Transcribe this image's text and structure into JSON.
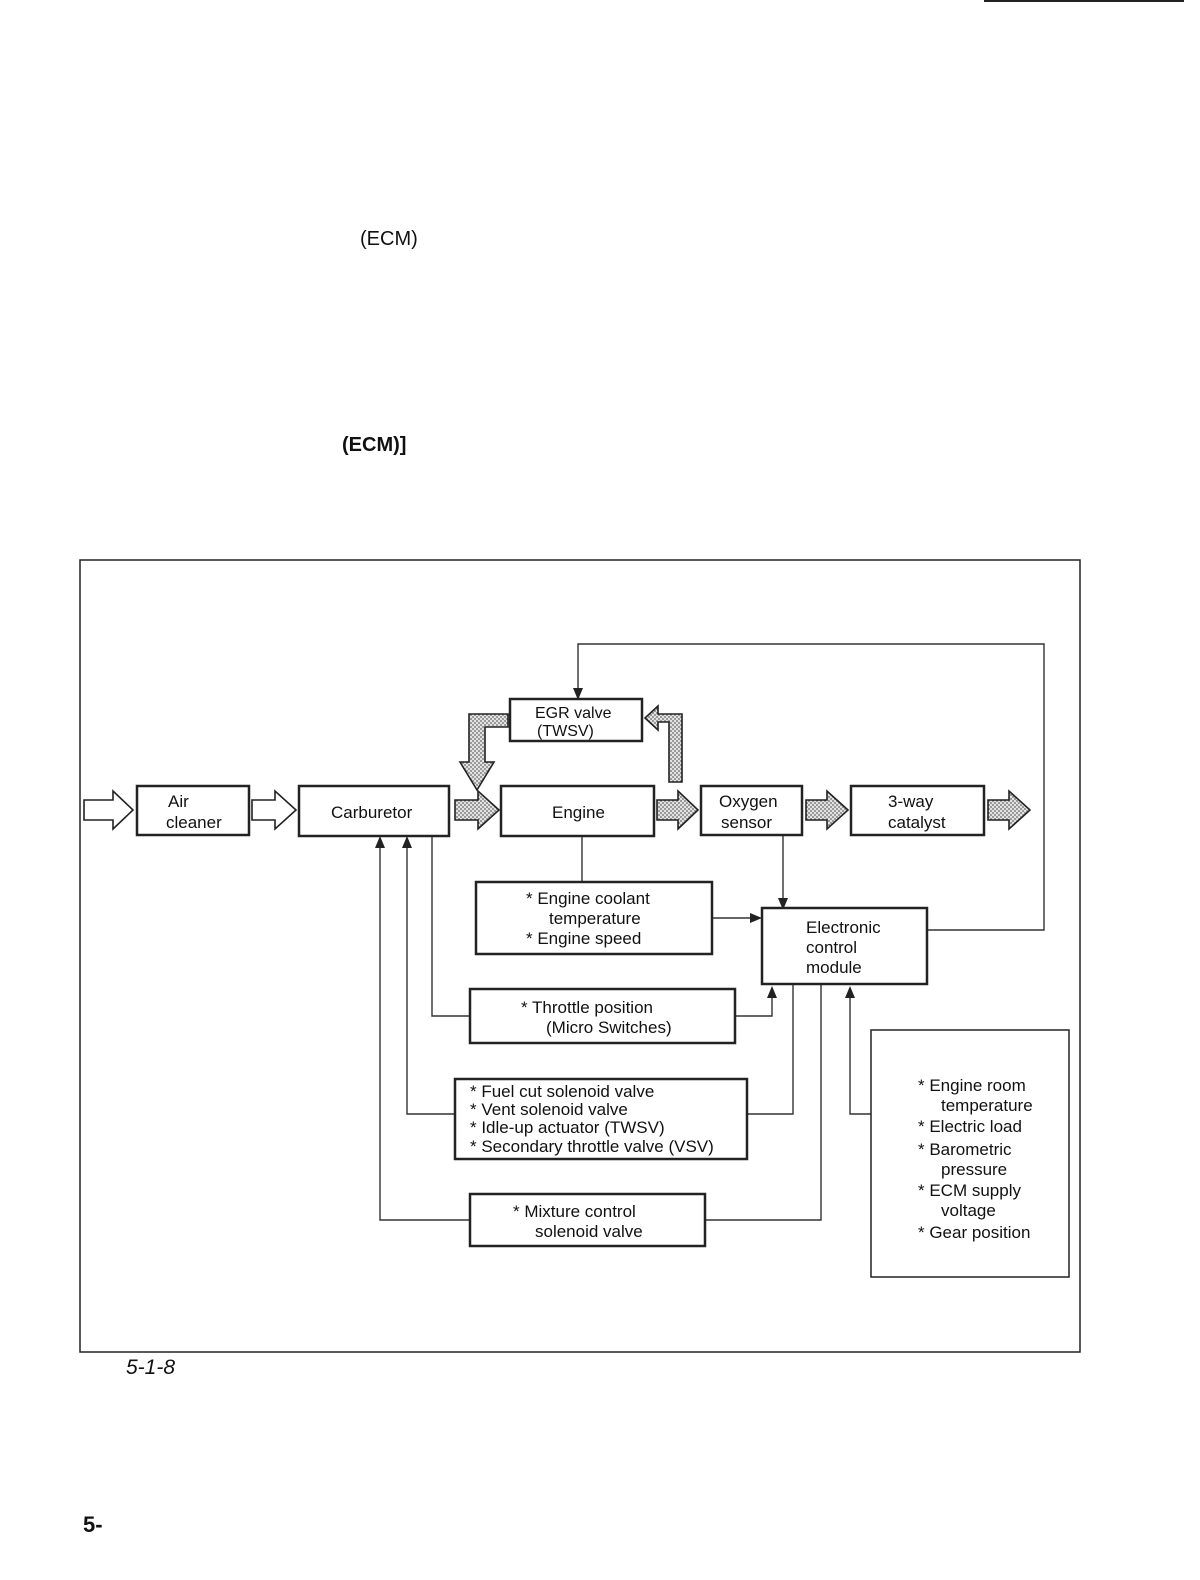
{
  "page": {
    "ecm_line1": "(ECM)",
    "ecm_line2": "(ECM)]",
    "figure_number": "5-1-8",
    "page_number": "5-"
  },
  "diagram": {
    "nodes": {
      "air_cleaner": [
        "Air",
        "cleaner"
      ],
      "carburetor": [
        "Carburetor"
      ],
      "engine": [
        "Engine"
      ],
      "egr_valve": [
        "EGR valve",
        "(TWSV)"
      ],
      "oxygen_sensor": [
        "Oxygen",
        "sensor"
      ],
      "three_way_catalyst": [
        "3-way",
        "catalyst"
      ],
      "ecm": [
        "Electronic",
        "control",
        "module"
      ],
      "engine_inputs": [
        "*  Engine coolant",
        "temperature",
        "*  Engine speed"
      ],
      "throttle": [
        "*  Throttle position",
        "(Micro Switches)"
      ],
      "actuators": [
        "*  Fuel cut solenoid valve",
        "*  Vent solenoid valve",
        "*  Idle-up actuator (TWSV)",
        "*  Secondary throttle valve (VSV)"
      ],
      "mixture": [
        "*  Mixture control",
        "solenoid valve"
      ],
      "sensors": [
        "*  Engine room",
        "temperature",
        "*  Electric load",
        "*  Barometric",
        "pressure",
        "*  ECM supply",
        "voltage",
        "*  Gear position"
      ]
    }
  }
}
